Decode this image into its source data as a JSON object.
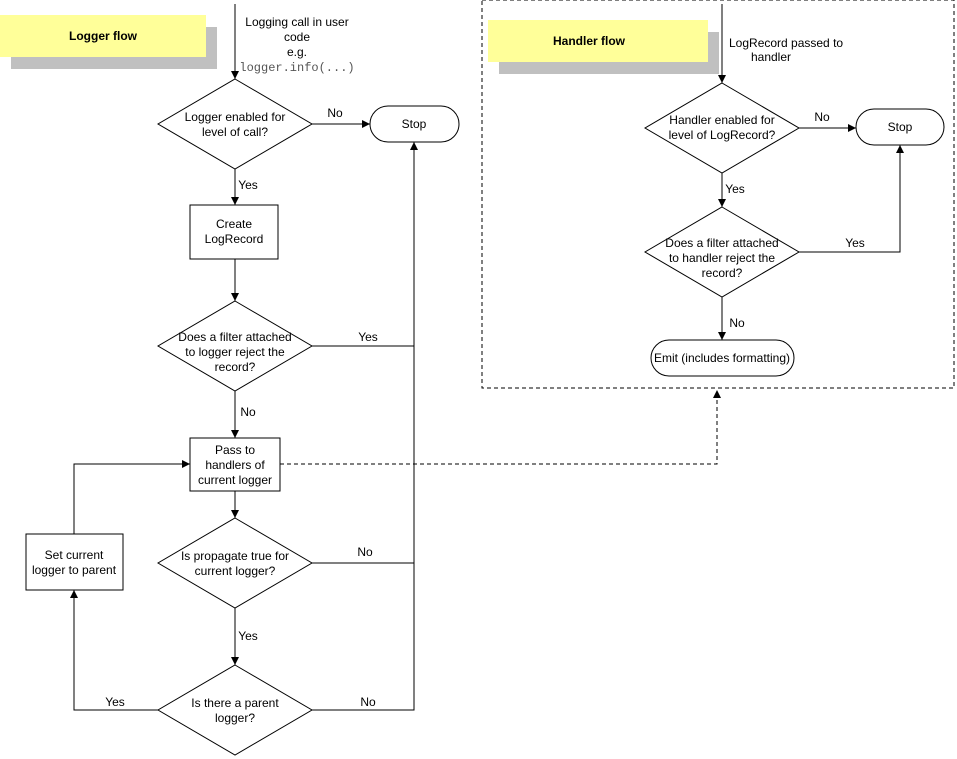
{
  "colors": {
    "title_box": "#ffff99",
    "title_shadow": "#c0c0c0",
    "line": "#000000"
  },
  "logger_flow": {
    "title": "Logger flow",
    "entry_text": [
      "Logging call in user",
      "code",
      "e.g."
    ],
    "entry_code": "logger.info(...)",
    "enabled_decision": [
      "Logger enabled for",
      "level of call?"
    ],
    "stop": "Stop",
    "create_record": [
      "Create",
      "LogRecord"
    ],
    "filter_decision": [
      "Does a filter attached",
      "to logger reject the",
      "record?"
    ],
    "pass_to_handlers": [
      "Pass to",
      "handlers of",
      "current logger"
    ],
    "propagate_decision": [
      "Is propagate true for",
      "current logger?"
    ],
    "parent_decision": [
      "Is there a parent",
      "logger?"
    ],
    "set_parent": [
      "Set current",
      "logger to parent"
    ],
    "edge_labels": {
      "enabled_no": "No",
      "enabled_yes": "Yes",
      "filter_yes": "Yes",
      "filter_no": "No",
      "propagate_no": "No",
      "propagate_yes": "Yes",
      "parent_yes": "Yes",
      "parent_no": "No"
    }
  },
  "handler_flow": {
    "title": "Handler flow",
    "entry_text": [
      "LogRecord passed to",
      "handler"
    ],
    "enabled_decision": [
      "Handler enabled for",
      "level of LogRecord?"
    ],
    "stop": "Stop",
    "filter_decision": [
      "Does a filter attached",
      "to handler reject the",
      "record?"
    ],
    "emit": "Emit (includes formatting)",
    "edge_labels": {
      "enabled_no": "No",
      "enabled_yes": "Yes",
      "filter_yes": "Yes",
      "filter_no": "No"
    }
  }
}
